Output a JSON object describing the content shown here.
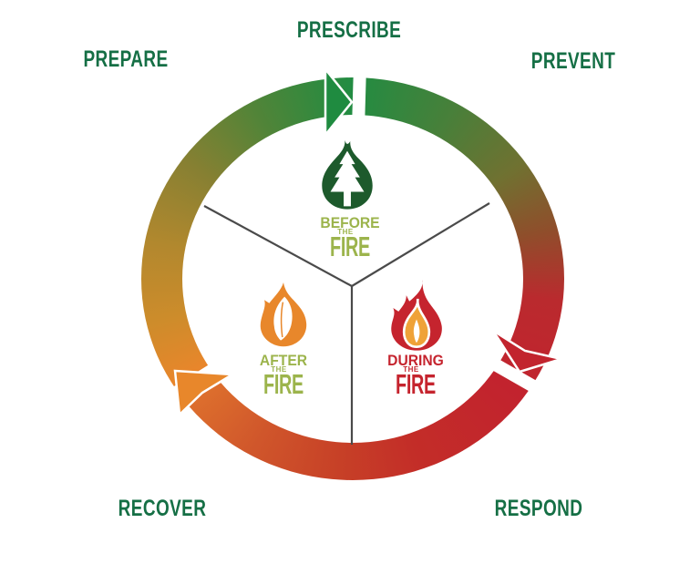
{
  "diagram": {
    "type": "cycle-diagram",
    "subject": "Fire management cycle",
    "outer_label_color": "#156f45",
    "outer_labels": [
      {
        "id": "prescribe",
        "text": "PRESCRIBE"
      },
      {
        "id": "prepare",
        "text": "PREPARE"
      },
      {
        "id": "prevent",
        "text": "PREVENT"
      },
      {
        "id": "recover",
        "text": "RECOVER"
      },
      {
        "id": "respond",
        "text": "RESPOND"
      }
    ],
    "sectors": [
      {
        "id": "before",
        "word": "BEFORE",
        "the": "THE",
        "fire": "FIRE",
        "text_color": "#9cb44c",
        "icon": "pine-tree-flame",
        "icon_color": "#1d5a2c"
      },
      {
        "id": "during",
        "word": "DURING",
        "the": "THE",
        "fire": "FIRE",
        "text_color": "#c5242e",
        "icon": "flame",
        "icon_color": "#c5242e",
        "icon_inner_color": "#efa238"
      },
      {
        "id": "after",
        "word": "AFTER",
        "the": "THE",
        "fire": "FIRE",
        "text_color": "#9cb44c",
        "icon": "leaf-flame",
        "icon_color": "#e8872b"
      }
    ],
    "arrows": [
      {
        "id": "green-arrow",
        "color": "#1f8b40",
        "direction": "clockwise",
        "position": "top"
      },
      {
        "id": "red-arrow",
        "color": "#c2242e",
        "direction": "clockwise",
        "position": "bottom-right"
      },
      {
        "id": "orange-arrow",
        "color": "#e8872b",
        "direction": "clockwise",
        "position": "bottom-left"
      }
    ],
    "ring": {
      "divider_color": "#4a4a4a",
      "gradient_stops": [
        {
          "deg": 0,
          "color": "#228c42"
        },
        {
          "deg": 30,
          "color": "#47803a"
        },
        {
          "deg": 56,
          "color": "#707131"
        },
        {
          "deg": 76,
          "color": "#8f4e2b"
        },
        {
          "deg": 96,
          "color": "#ba2a2e"
        },
        {
          "deg": 125,
          "color": "#c2232e"
        },
        {
          "deg": 160,
          "color": "#c32d28"
        },
        {
          "deg": 185,
          "color": "#c74127"
        },
        {
          "deg": 210,
          "color": "#d0562b"
        },
        {
          "deg": 233,
          "color": "#dd6f2d"
        },
        {
          "deg": 240,
          "color": "#e8862b"
        },
        {
          "deg": 258,
          "color": "#cd8c2b"
        },
        {
          "deg": 280,
          "color": "#b2882e"
        },
        {
          "deg": 305,
          "color": "#878032"
        },
        {
          "deg": 330,
          "color": "#518438"
        },
        {
          "deg": 352,
          "color": "#2d8a3f"
        },
        {
          "deg": 360,
          "color": "#228c42"
        }
      ]
    }
  }
}
